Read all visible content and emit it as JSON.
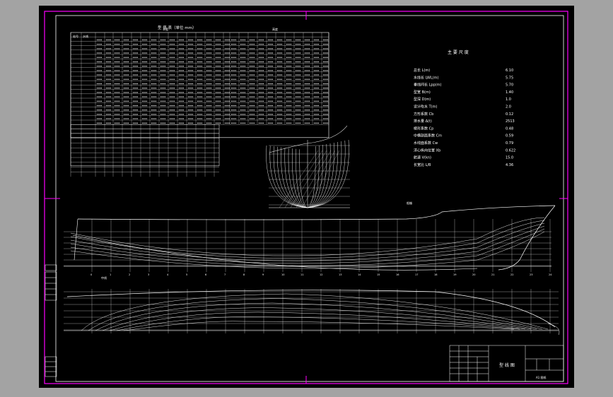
{
  "drawing": {
    "offsets_table_title": "型 值 表（单位 mm）",
    "offsets_headers": {
      "half_breadth": "半宽",
      "heights": "高度",
      "station": "站号",
      "waterline": "水线"
    },
    "principal_title": "主 要 尺 度",
    "principal_dimensions": [
      {
        "label": "总长 L(m)",
        "value": "6.10"
      },
      {
        "label": "水线长 LWL(m)",
        "value": "5.75"
      },
      {
        "label": "垂线间长 Lpp(m)",
        "value": "5.70"
      },
      {
        "label": "型宽 B(m)",
        "value": "1.40"
      },
      {
        "label": "型深 D(m)",
        "value": "1.0"
      },
      {
        "label": "设计吃水 T(m)",
        "value": "2.0"
      },
      {
        "label": "方形系数 Cb",
        "value": "0.12"
      },
      {
        "label": "排水量 Δ(t)",
        "value": "2513"
      },
      {
        "label": "棱形系数 Cp",
        "value": "0.48"
      },
      {
        "label": "中横剖面系数 Cm",
        "value": "0.59"
      },
      {
        "label": "水线面系数 Cw",
        "value": "0.79"
      },
      {
        "label": "浮心纵向位置 Xb",
        "value": "0.622"
      },
      {
        "label": "航速 V(kn)",
        "value": "15.0"
      },
      {
        "label": "长宽比 L/B",
        "value": "4.36"
      }
    ],
    "title_block_name": "型 线 图",
    "sheet_label": "A1 图纸",
    "profile_marker": "船艏",
    "frame_label": "中线"
  }
}
